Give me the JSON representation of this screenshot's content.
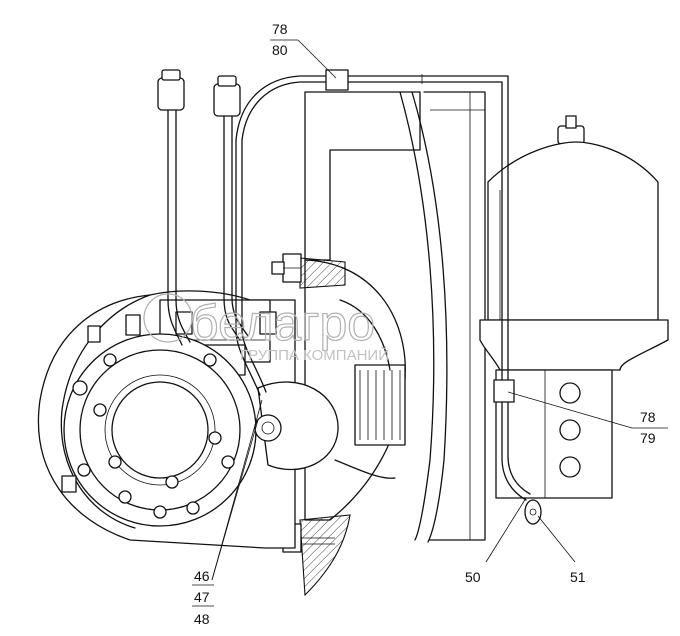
{
  "callouts": {
    "top": {
      "upper": "78",
      "lower": "80"
    },
    "right": {
      "upper": "78",
      "lower": "79"
    },
    "left_stack": [
      "46",
      "47",
      "48"
    ],
    "bottom_50": "50",
    "bottom_51": "51"
  },
  "watermark": {
    "brand": "белагро",
    "tagline": "ГРУППА КОМПАНИЙ"
  }
}
